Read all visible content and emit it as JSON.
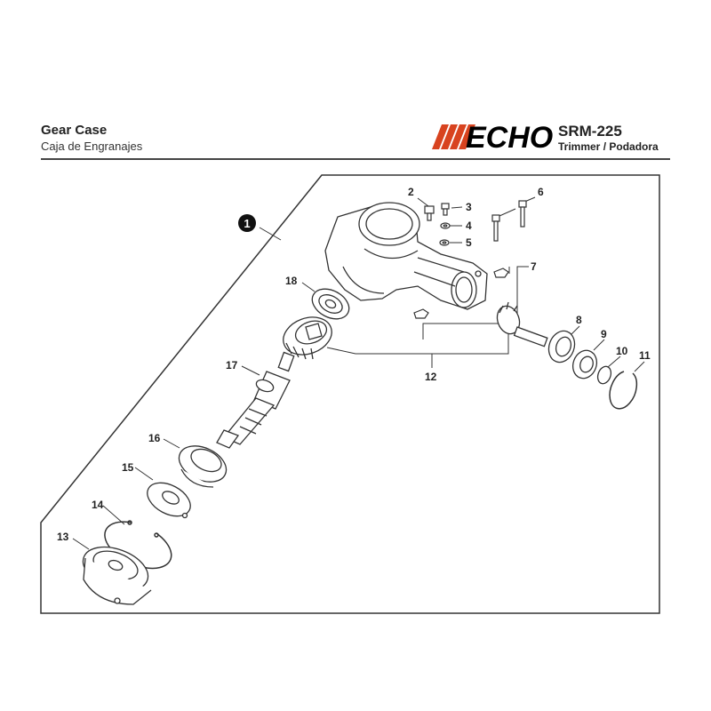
{
  "header": {
    "title": "Gear Case",
    "subtitle": "Caja de Engranajes",
    "brand": "ECHO",
    "model": "SRM-225",
    "product_type": "Trimmer / Podadora"
  },
  "colors": {
    "brand_stripes": "#d8431f",
    "line": "#333333"
  },
  "callouts": {
    "assembly": "1",
    "p2": "2",
    "p3": "3",
    "p4": "4",
    "p5": "5",
    "p6": "6",
    "p7": "7",
    "p8": "8",
    "p9": "9",
    "p10": "10",
    "p11": "11",
    "p12": "12",
    "p13": "13",
    "p14": "14",
    "p15": "15",
    "p16": "16",
    "p17": "17",
    "p18": "18"
  }
}
